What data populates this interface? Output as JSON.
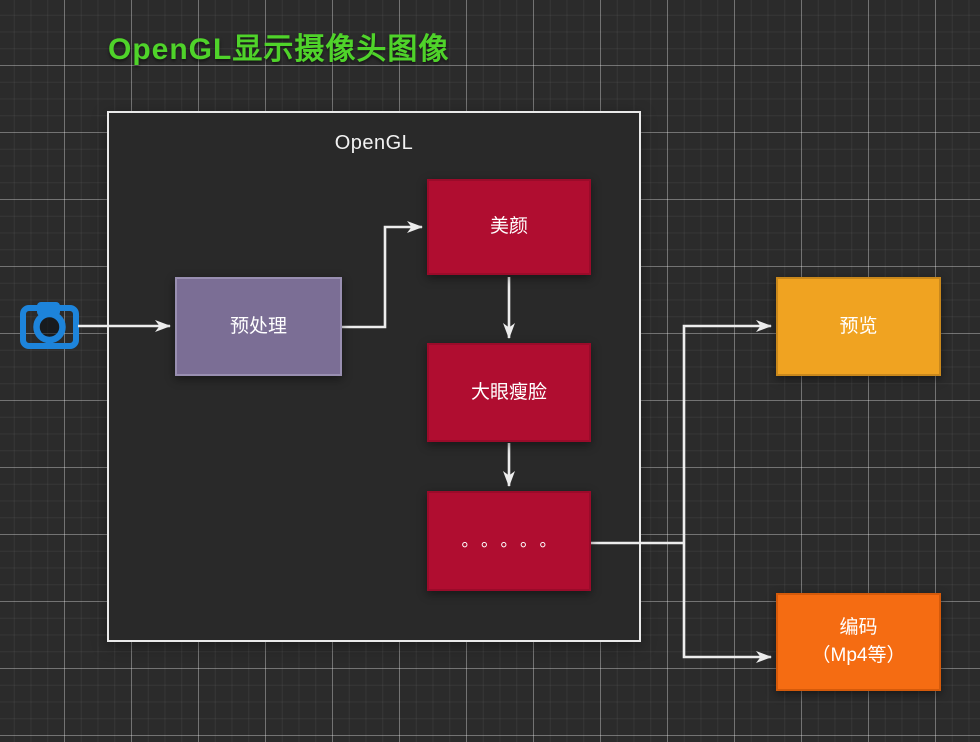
{
  "page": {
    "title": "OpenGL显示摄像头图像",
    "title_color": "#4fd32a",
    "background_color": "#2b2b2b",
    "grid": "dark grid, minor ~17px, major ~67px"
  },
  "diagram": {
    "container": {
      "label": "OpenGL",
      "fill": "#292929",
      "border_color": "#e9e9e9"
    },
    "nodes": {
      "camera": {
        "icon": "camera-icon",
        "color": "#1d84db"
      },
      "preprocess": {
        "label": "预处理",
        "fill": "#7b6e95",
        "border": "#998fb1"
      },
      "beauty": {
        "label": "美颜",
        "fill": "#b00d30",
        "border": "#9a0b2a"
      },
      "big_eye_thin_face": {
        "label": "大眼瘦脸",
        "fill": "#b00d30",
        "border": "#9a0b2a"
      },
      "more": {
        "label": "。。。。。",
        "fill": "#b00d30",
        "border": "#9a0b2a"
      },
      "preview": {
        "label": "预览",
        "fill": "#f0a321",
        "border": "#c9881c"
      },
      "encode": {
        "label": "编码",
        "sublabel": "（Mp4等）",
        "fill": "#f56c12",
        "border": "#d55a0a"
      }
    },
    "edges": [
      {
        "from": "camera",
        "to": "preprocess"
      },
      {
        "from": "preprocess",
        "to": "beauty"
      },
      {
        "from": "beauty",
        "to": "big_eye_thin_face"
      },
      {
        "from": "big_eye_thin_face",
        "to": "more"
      },
      {
        "from": "more",
        "to": "preview"
      },
      {
        "from": "more",
        "to": "encode"
      }
    ],
    "edge_color": "#ededed"
  }
}
